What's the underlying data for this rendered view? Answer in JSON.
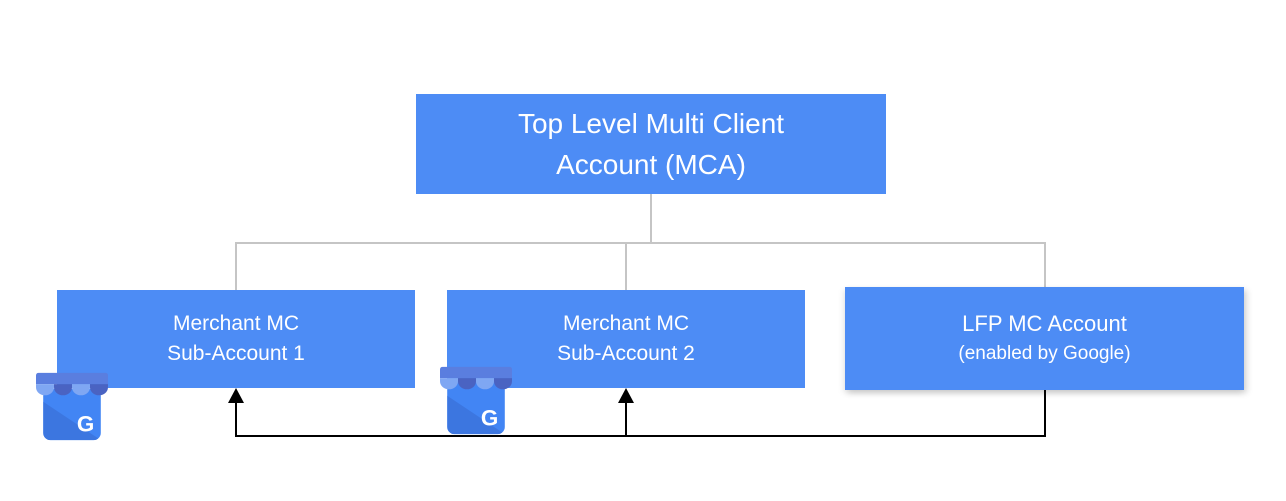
{
  "nodes": {
    "root": {
      "line1": "Top Level Multi Client",
      "line2": "Account (MCA)"
    },
    "sub1": {
      "line1": "Merchant MC",
      "line2": "Sub-Account 1"
    },
    "sub2": {
      "line1": "Merchant MC",
      "line2": "Sub-Account 2"
    },
    "lfp": {
      "line1": "LFP MC Account",
      "line2": "(enabled by Google)"
    }
  },
  "icons": {
    "sub1_badge": "google-my-business-icon",
    "sub2_badge": "google-my-business-icon",
    "gmb_letter": "G"
  },
  "colors": {
    "node_fill": "#4D8CF5",
    "node_text": "#FFFFFF",
    "connector_gray": "#C5C5C5",
    "arrow_black": "#000000",
    "gmb_body": "#4285F4",
    "gmb_body_shade": "#3C76E0",
    "gmb_awning_band": "#5A7EDF",
    "gmb_awning_light": "#7FA7F3",
    "gmb_awning_dark": "#4A63C2",
    "gmb_letter_color": "#FFFFFF"
  }
}
